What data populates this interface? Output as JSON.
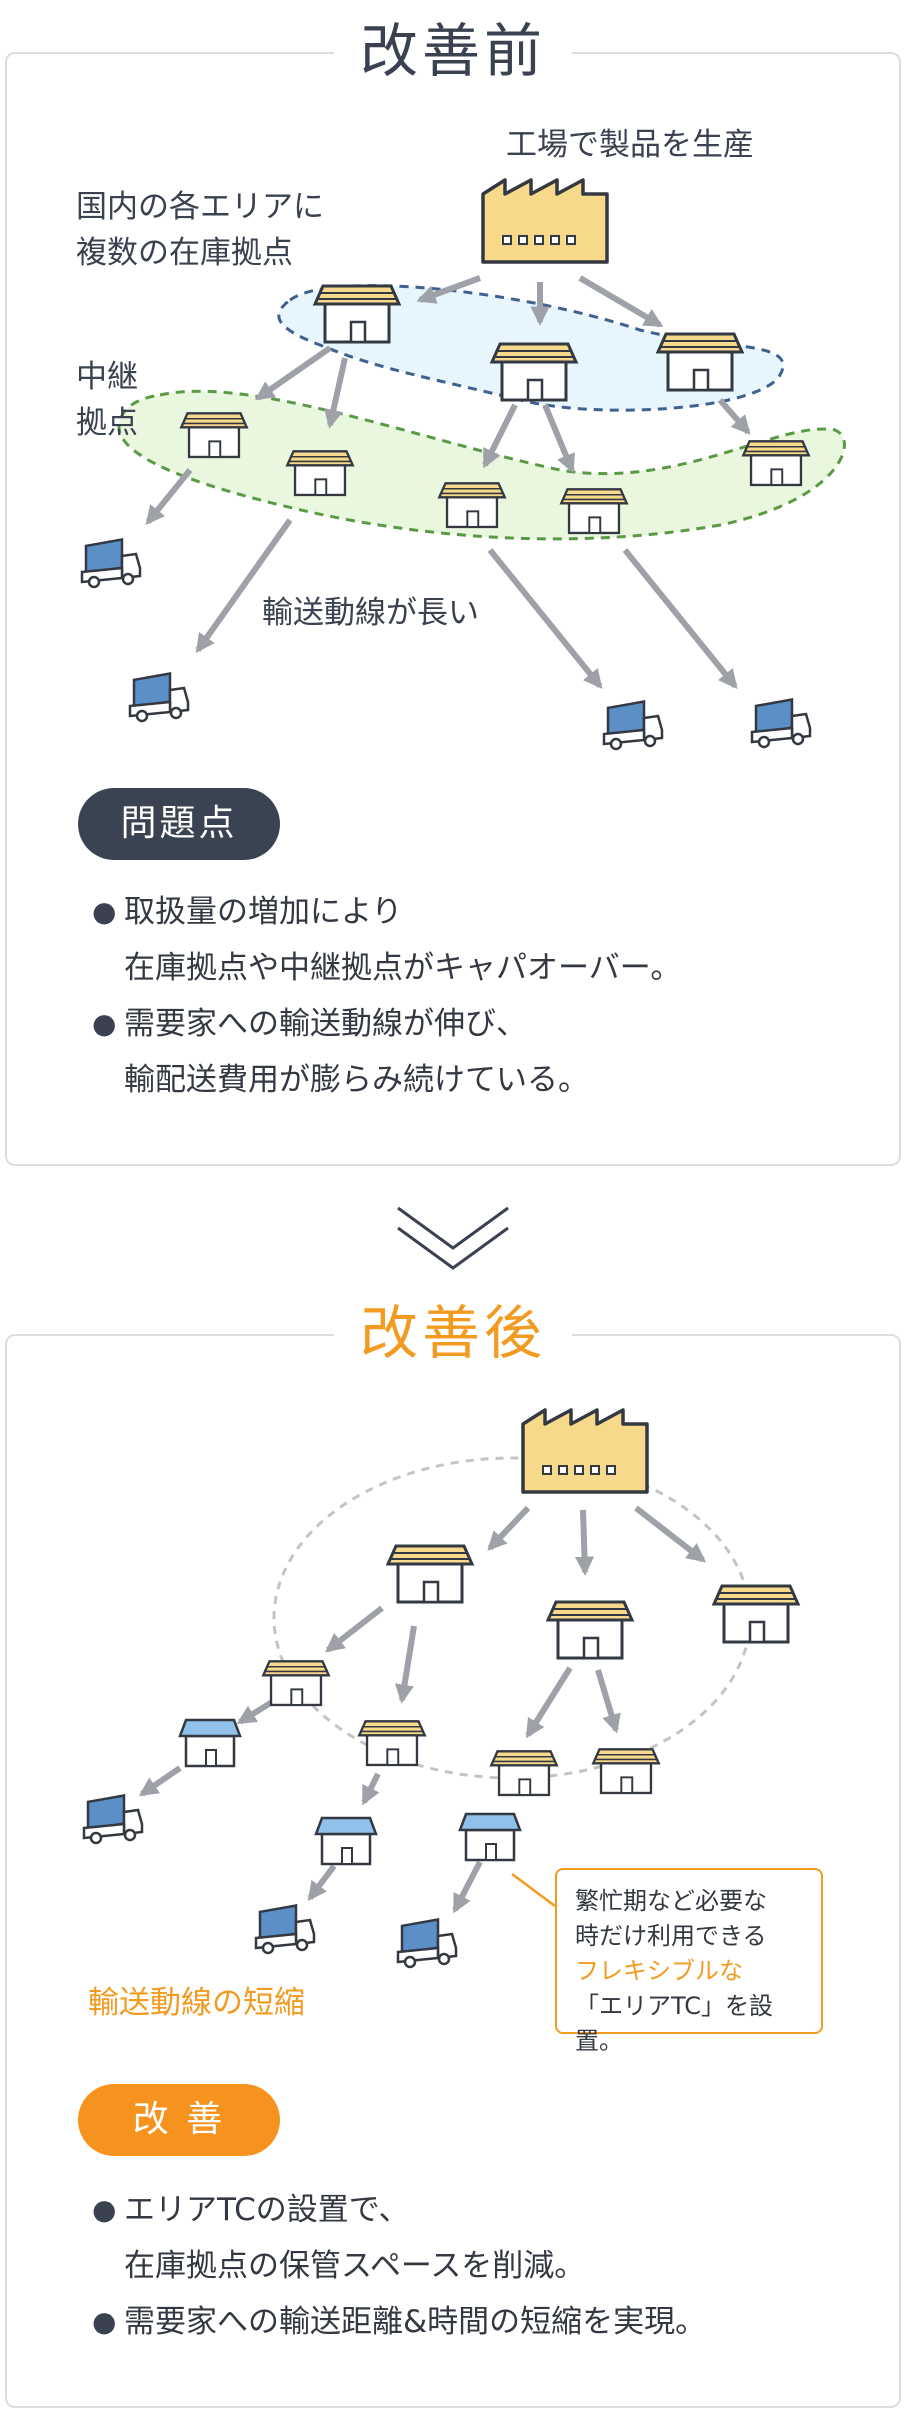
{
  "before": {
    "title": "改善前",
    "factory_label": "工場で製品を生産",
    "regional_label": "国内の各エリアに\n複数の在庫拠点",
    "relay_label": "中継\n拠点",
    "route_label": "輸送動線が長い",
    "pill": "問題点",
    "bullets": [
      {
        "line1": "取扱量の増加により",
        "line2": "在庫拠点や中継拠点がキャパオーバー。"
      },
      {
        "line1": "需要家への輸送動線が伸び、",
        "line2": "輸配送費用が膨らみ続けている。"
      }
    ]
  },
  "after": {
    "title": "改善後",
    "route_label": "輸送動線の短縮",
    "note_lines": [
      "繁忙期など必要な",
      "時だけ利用できる"
    ],
    "note_orange": "フレキシブルな",
    "note_last": "「エリアTC」を設置。",
    "pill": "改 善",
    "bullets": [
      {
        "line1": "エリアTCの設置で、",
        "line2": "在庫拠点の保管スペースを削減。"
      },
      {
        "line1": "需要家への輸送距離&時間の短縮を実現。",
        "line2": ""
      }
    ]
  },
  "bullet_symbol": "●",
  "colors": {
    "dark": "#3a4352",
    "orange": "#f6921e",
    "arrow": "#9ea1a8",
    "warehouse_roof": "#f6d98a",
    "truck_blue": "#5b8fc6",
    "blue_zone": "#e6f6fc",
    "green_zone": "#eaf7df"
  }
}
